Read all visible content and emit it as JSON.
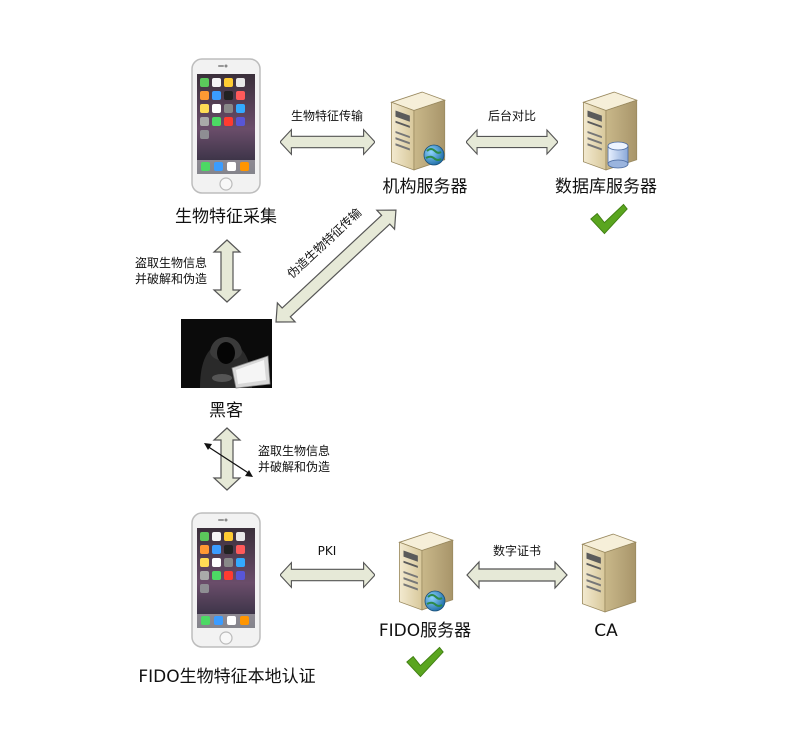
{
  "top": {
    "phone_label": "生物特征采集",
    "org_server_label": "机构服务器",
    "db_server_label": "数据库服务器",
    "transmit_label": "生物特征传输",
    "compare_label": "后台对比"
  },
  "middle": {
    "steal_label_line1": "盗取生物信息",
    "steal_label_line2": "并破解和伪造",
    "forge_label": "伪造生物特征传输",
    "hacker_label": "黑客"
  },
  "bottom": {
    "steal_label_line1": "盗取生物信息",
    "steal_label_line2": "并破解和伪造",
    "phone_label": "FIDO生物特征本地认证",
    "fido_server_label": "FIDO服务器",
    "ca_label": "CA",
    "pki_label": "PKI",
    "cert_label": "数字证书"
  },
  "colors": {
    "arrow_fill": "#e6e9d7",
    "arrow_stroke": "#555555",
    "check_green": "#5aa51f",
    "server_body": "#e7dbb6",
    "server_side": "#b8a880",
    "globe": "#2d8a4a"
  },
  "icons": [
    "smartphone-icon",
    "server-icon",
    "database-icon",
    "globe-icon",
    "check-icon",
    "hacker-icon"
  ]
}
